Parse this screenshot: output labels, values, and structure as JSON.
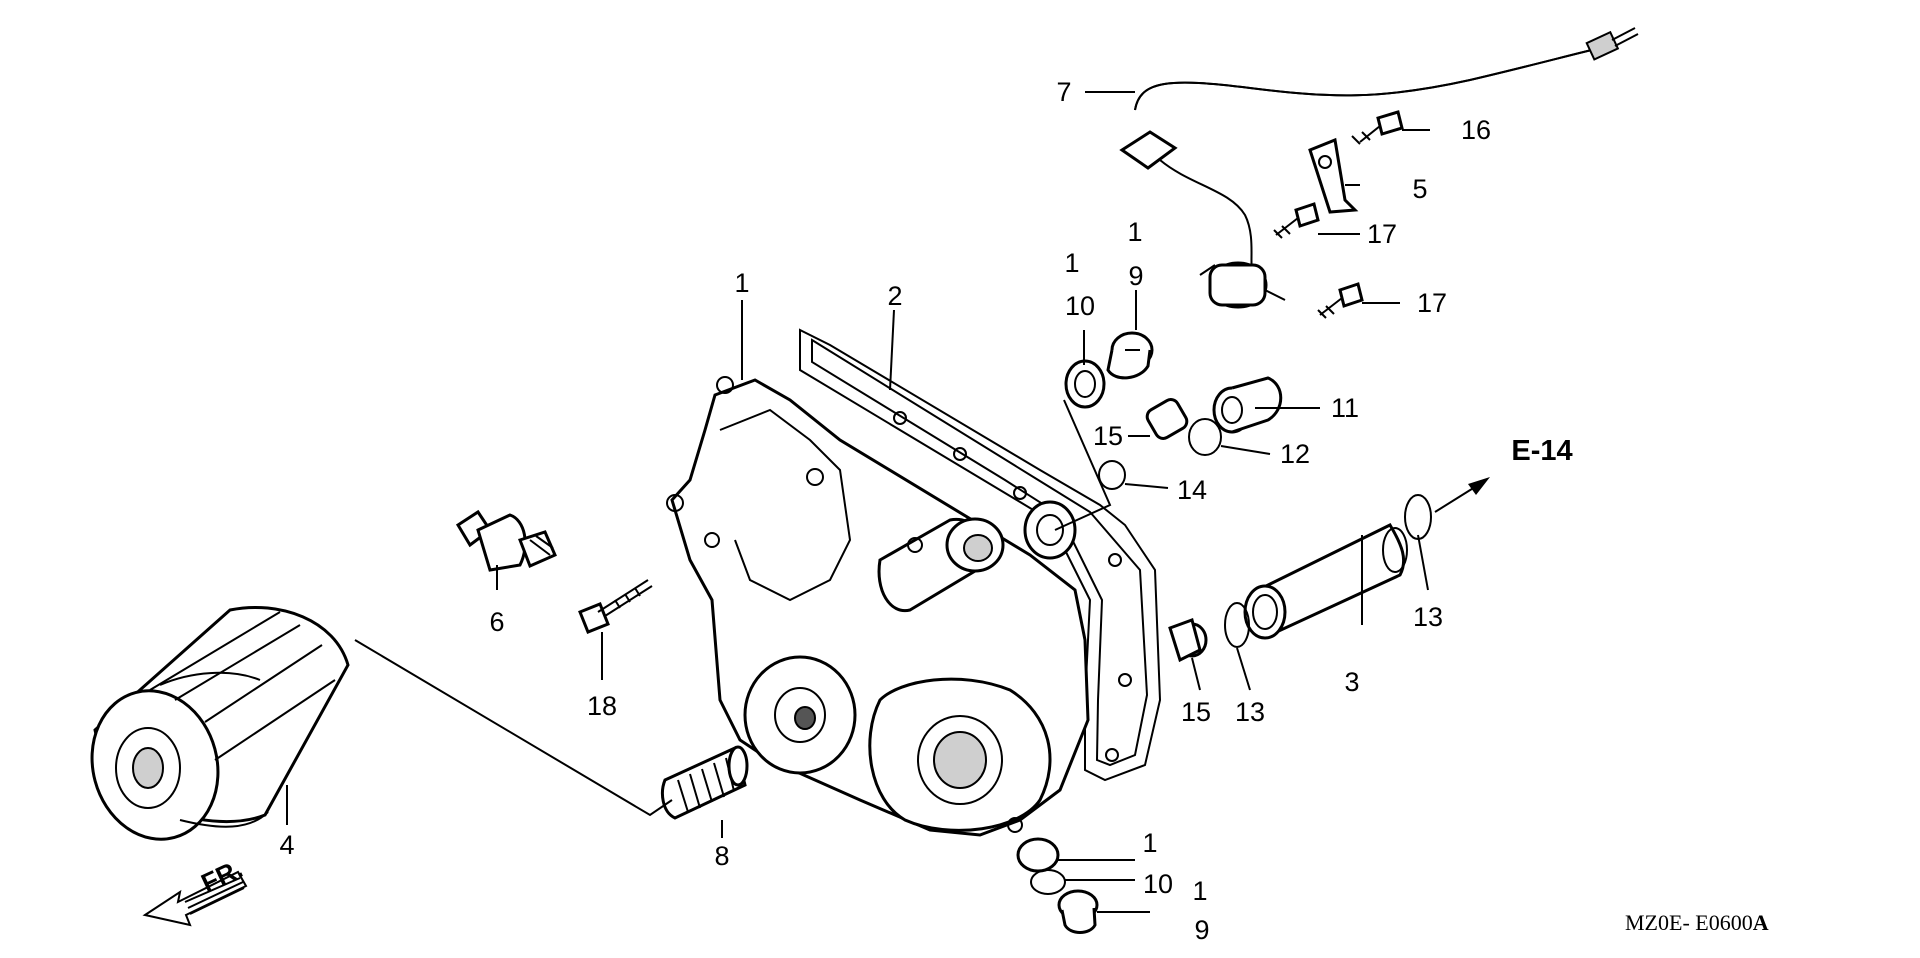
{
  "callouts": {
    "c1_cover": "1",
    "c2_gasket": "2",
    "c3_pipe": "3",
    "c4_filter": "4",
    "c5_clamp": "5",
    "c6_switch": "6",
    "c7_wire": "7",
    "c8_bolt": "8",
    "c1_upper_a": "1",
    "c1_upper_b": "1",
    "c10_upper": "10",
    "c9_upper": "9",
    "c16_bolt": "16",
    "c17_bolt_a": "17",
    "c17_bolt_b": "17",
    "c11_collar": "11",
    "c15_dowel_upper": "15",
    "c12_oring": "12",
    "c14_oring": "14",
    "c13_oring_right": "13",
    "c15_dowel_lower": "15",
    "c13_oring_lower": "13",
    "c18_bolt": "18",
    "c1_lower_a": "1",
    "c10_lower": "10",
    "c1_lower_b": "1",
    "c9_lower": "9"
  },
  "reference": {
    "label": "E-14"
  },
  "direction": {
    "label": "FR."
  },
  "drawing_code": {
    "prefix": "MZ0E- E0600",
    "suffix": "A"
  }
}
